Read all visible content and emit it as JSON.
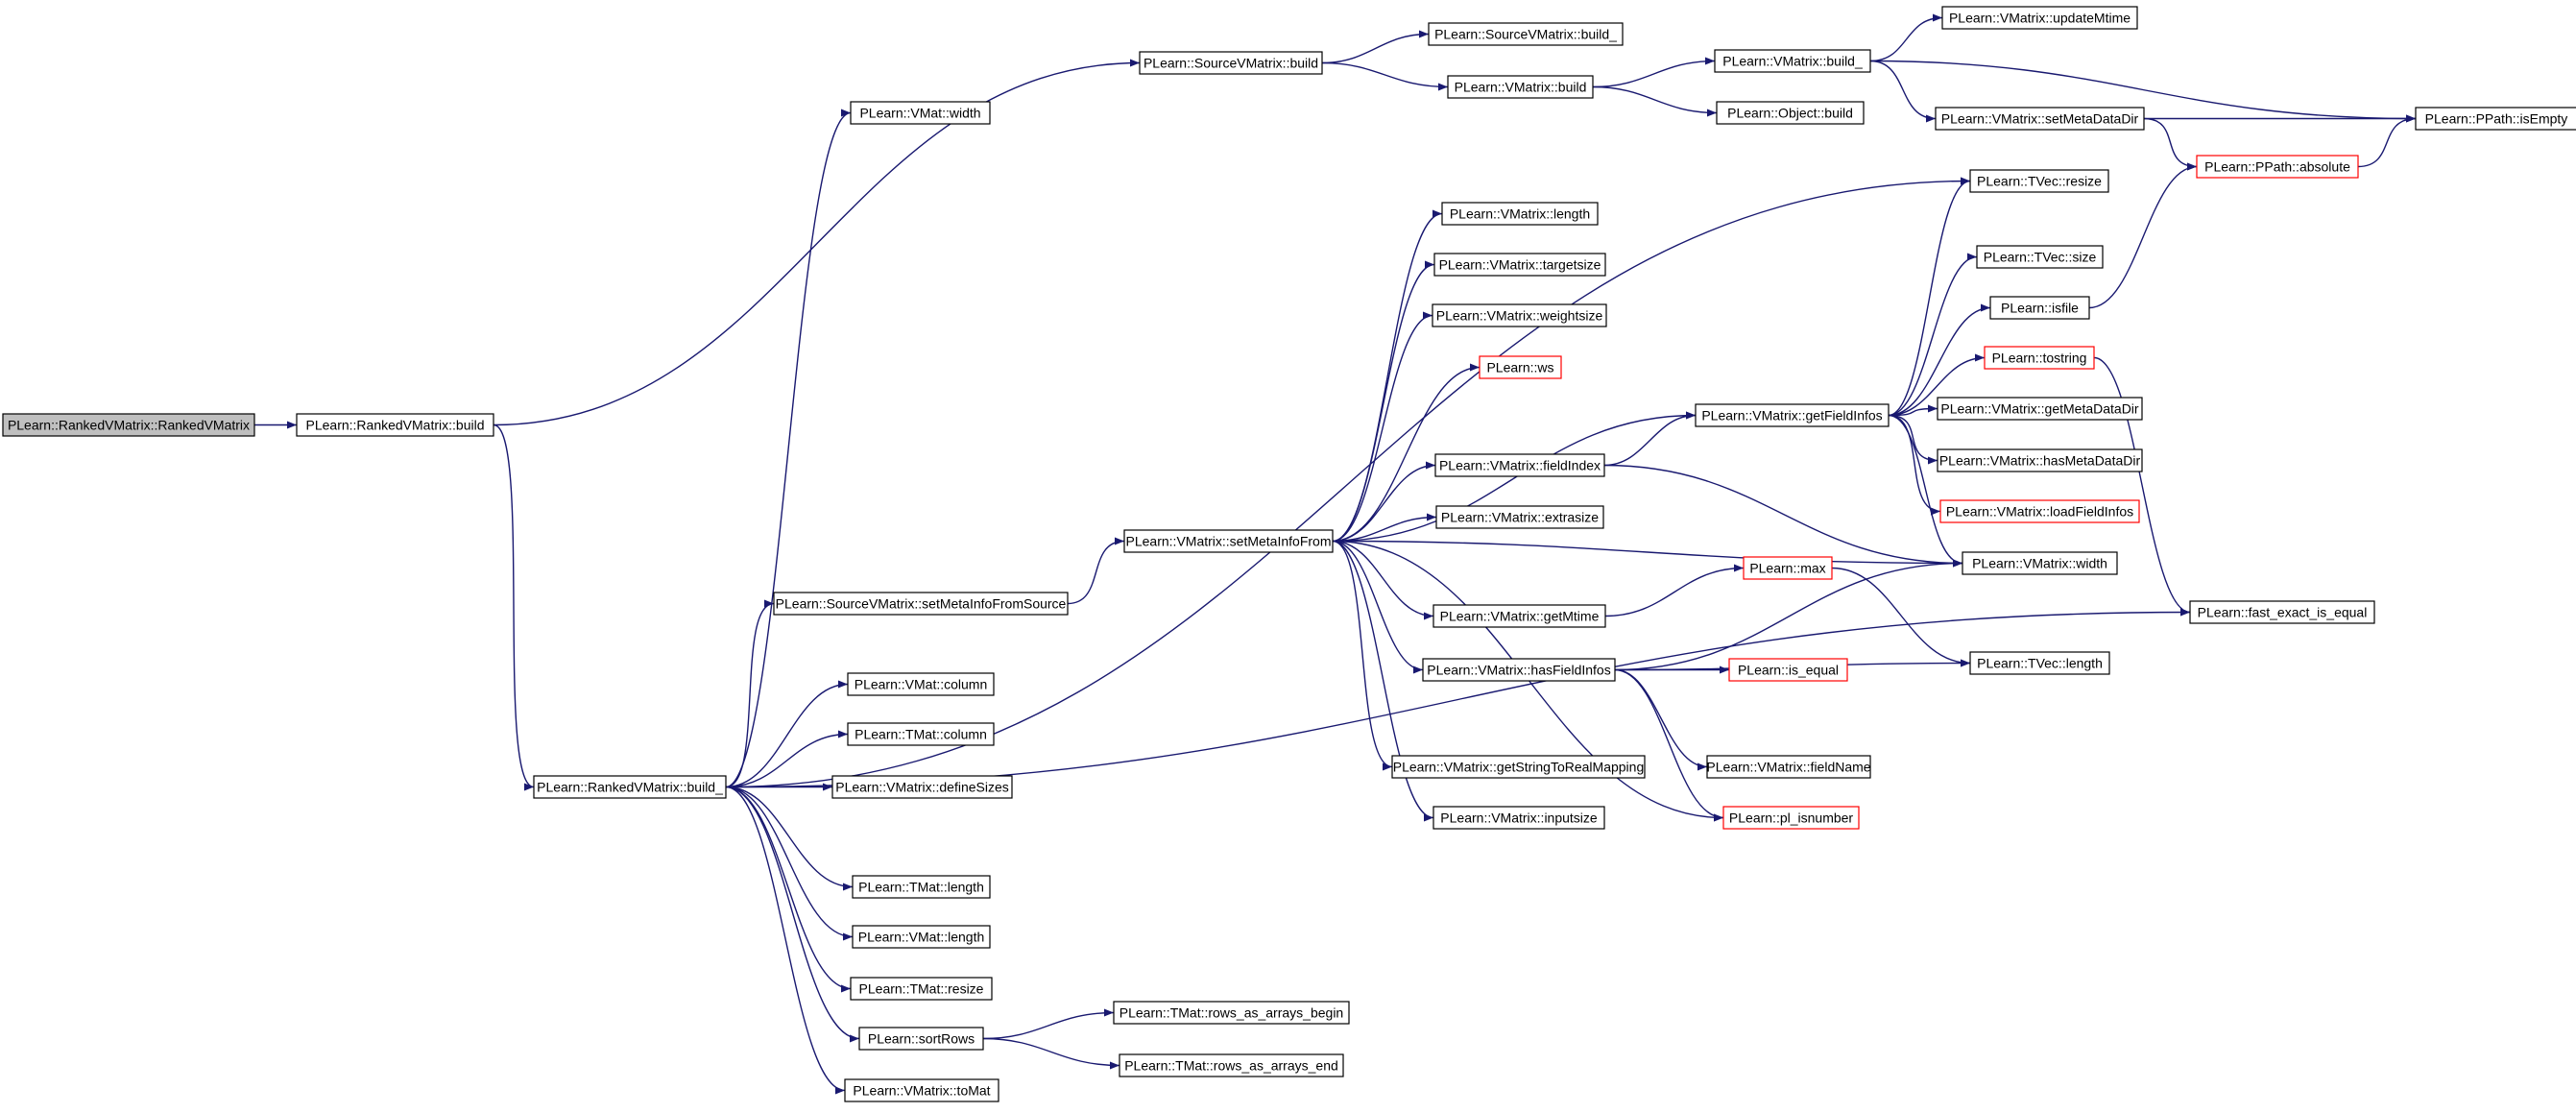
{
  "graph": {
    "nodes": [
      {
        "id": "ranked_ctor",
        "label": "PLearn::RankedVMatrix::RankedVMatrix",
        "style": "root"
      },
      {
        "id": "ranked_build",
        "label": "PLearn::RankedVMatrix::build",
        "style": "normal"
      },
      {
        "id": "ranked_build_",
        "label": "PLearn::RankedVMatrix::build_",
        "style": "normal"
      },
      {
        "id": "svm_build",
        "label": "PLearn::SourceVMatrix::build",
        "style": "normal"
      },
      {
        "id": "svm_build_",
        "label": "PLearn::SourceVMatrix::build_",
        "style": "normal"
      },
      {
        "id": "vm_build",
        "label": "PLearn::VMatrix::build",
        "style": "normal"
      },
      {
        "id": "vm_build_",
        "label": "PLearn::VMatrix::build_",
        "style": "normal"
      },
      {
        "id": "vm_updateMtime",
        "label": "PLearn::VMatrix::updateMtime",
        "style": "normal"
      },
      {
        "id": "obj_build",
        "label": "PLearn::Object::build",
        "style": "normal"
      },
      {
        "id": "vm_setMetaDataDir",
        "label": "PLearn::VMatrix::setMetaDataDir",
        "style": "normal"
      },
      {
        "id": "ppath_isEmpty",
        "label": "PLearn::PPath::isEmpty",
        "style": "normal"
      },
      {
        "id": "ppath_absolute",
        "label": "PLearn::PPath::absolute",
        "style": "truncated"
      },
      {
        "id": "vmat_width",
        "label": "PLearn::VMat::width",
        "style": "normal"
      },
      {
        "id": "tvec_resize",
        "label": "PLearn::TVec::resize",
        "style": "normal"
      },
      {
        "id": "vm_length",
        "label": "PLearn::VMatrix::length",
        "style": "normal"
      },
      {
        "id": "vm_targetsize",
        "label": "PLearn::VMatrix::targetsize",
        "style": "normal"
      },
      {
        "id": "vm_weightsize",
        "label": "PLearn::VMatrix::weightsize",
        "style": "normal"
      },
      {
        "id": "ws",
        "label": "PLearn::ws",
        "style": "truncated"
      },
      {
        "id": "tvec_size",
        "label": "PLearn::TVec::size",
        "style": "normal"
      },
      {
        "id": "isfile",
        "label": "PLearn::isfile",
        "style": "normal"
      },
      {
        "id": "tostring",
        "label": "PLearn::tostring",
        "style": "truncated"
      },
      {
        "id": "vm_getFieldInfos",
        "label": "PLearn::VMatrix::getFieldInfos",
        "style": "normal"
      },
      {
        "id": "vm_getMetaDataDir",
        "label": "PLearn::VMatrix::getMetaDataDir",
        "style": "normal"
      },
      {
        "id": "vm_fieldIndex",
        "label": "PLearn::VMatrix::fieldIndex",
        "style": "normal"
      },
      {
        "id": "vm_hasMetaDataDir",
        "label": "PLearn::VMatrix::hasMetaDataDir",
        "style": "normal"
      },
      {
        "id": "vm_loadFieldInfos",
        "label": "PLearn::VMatrix::loadFieldInfos",
        "style": "truncated"
      },
      {
        "id": "vm_extrasize",
        "label": "PLearn::VMatrix::extrasize",
        "style": "normal"
      },
      {
        "id": "vm_setMetaInfoFrom",
        "label": "PLearn::VMatrix::setMetaInfoFrom",
        "style": "normal"
      },
      {
        "id": "vm_width",
        "label": "PLearn::VMatrix::width",
        "style": "normal"
      },
      {
        "id": "max",
        "label": "PLearn::max",
        "style": "truncated"
      },
      {
        "id": "svm_setMetaInfoFromSource",
        "label": "PLearn::SourceVMatrix::setMetaInfoFromSource",
        "style": "normal"
      },
      {
        "id": "vm_getMtime",
        "label": "PLearn::VMatrix::getMtime",
        "style": "normal"
      },
      {
        "id": "fast_exact_is_equal",
        "label": "PLearn::fast_exact_is_equal",
        "style": "normal"
      },
      {
        "id": "tvec_length",
        "label": "PLearn::TVec::length",
        "style": "normal"
      },
      {
        "id": "vm_hasFieldInfos",
        "label": "PLearn::VMatrix::hasFieldInfos",
        "style": "normal"
      },
      {
        "id": "is_equal",
        "label": "PLearn::is_equal",
        "style": "truncated"
      },
      {
        "id": "vmat_column",
        "label": "PLearn::VMat::column",
        "style": "normal"
      },
      {
        "id": "tmat_column",
        "label": "PLearn::TMat::column",
        "style": "normal"
      },
      {
        "id": "vm_fieldName",
        "label": "PLearn::VMatrix::fieldName",
        "style": "normal"
      },
      {
        "id": "vm_getStringToRealMapping",
        "label": "PLearn::VMatrix::getStringToRealMapping",
        "style": "normal"
      },
      {
        "id": "vm_defineSizes",
        "label": "PLearn::VMatrix::defineSizes",
        "style": "normal"
      },
      {
        "id": "pl_isnumber",
        "label": "PLearn::pl_isnumber",
        "style": "truncated"
      },
      {
        "id": "vm_inputsize",
        "label": "PLearn::VMatrix::inputsize",
        "style": "normal"
      },
      {
        "id": "tmat_length",
        "label": "PLearn::TMat::length",
        "style": "normal"
      },
      {
        "id": "vmat_length",
        "label": "PLearn::VMat::length",
        "style": "normal"
      },
      {
        "id": "tmat_resize",
        "label": "PLearn::TMat::resize",
        "style": "normal"
      },
      {
        "id": "sortRows",
        "label": "PLearn::sortRows",
        "style": "normal"
      },
      {
        "id": "rows_begin",
        "label": "PLearn::TMat::rows_as_arrays_begin",
        "style": "normal"
      },
      {
        "id": "rows_end",
        "label": "PLearn::TMat::rows_as_arrays_end",
        "style": "normal"
      },
      {
        "id": "vm_toMat",
        "label": "PLearn::VMatrix::toMat",
        "style": "normal"
      }
    ],
    "edges": [
      [
        "ranked_ctor",
        "ranked_build"
      ],
      [
        "ranked_build",
        "svm_build"
      ],
      [
        "ranked_build",
        "ranked_build_"
      ],
      [
        "svm_build",
        "svm_build_"
      ],
      [
        "svm_build",
        "vm_build"
      ],
      [
        "vm_build",
        "vm_build_"
      ],
      [
        "vm_build",
        "obj_build"
      ],
      [
        "vm_build_",
        "vm_updateMtime"
      ],
      [
        "vm_build_",
        "ppath_isEmpty"
      ],
      [
        "vm_build_",
        "vm_setMetaDataDir"
      ],
      [
        "vm_setMetaDataDir",
        "ppath_isEmpty"
      ],
      [
        "vm_setMetaDataDir",
        "ppath_absolute"
      ],
      [
        "ppath_absolute",
        "ppath_isEmpty"
      ],
      [
        "ranked_build_",
        "vmat_width"
      ],
      [
        "ranked_build_",
        "tvec_resize"
      ],
      [
        "ranked_build_",
        "svm_setMetaInfoFromSource"
      ],
      [
        "ranked_build_",
        "vmat_column"
      ],
      [
        "ranked_build_",
        "tmat_column"
      ],
      [
        "ranked_build_",
        "vm_defineSizes"
      ],
      [
        "ranked_build_",
        "fast_exact_is_equal"
      ],
      [
        "ranked_build_",
        "tmat_length"
      ],
      [
        "ranked_build_",
        "vmat_length"
      ],
      [
        "ranked_build_",
        "tmat_resize"
      ],
      [
        "ranked_build_",
        "sortRows"
      ],
      [
        "ranked_build_",
        "vm_toMat"
      ],
      [
        "svm_setMetaInfoFromSource",
        "vm_setMetaInfoFrom"
      ],
      [
        "vm_setMetaInfoFrom",
        "vm_length"
      ],
      [
        "vm_setMetaInfoFrom",
        "vm_targetsize"
      ],
      [
        "vm_setMetaInfoFrom",
        "vm_weightsize"
      ],
      [
        "vm_setMetaInfoFrom",
        "ws"
      ],
      [
        "vm_setMetaInfoFrom",
        "vm_getFieldInfos"
      ],
      [
        "vm_setMetaInfoFrom",
        "vm_fieldIndex"
      ],
      [
        "vm_setMetaInfoFrom",
        "vm_extrasize"
      ],
      [
        "vm_setMetaInfoFrom",
        "vm_width"
      ],
      [
        "vm_setMetaInfoFrom",
        "vm_getMtime"
      ],
      [
        "vm_setMetaInfoFrom",
        "vm_hasFieldInfos"
      ],
      [
        "vm_setMetaInfoFrom",
        "vm_getStringToRealMapping"
      ],
      [
        "vm_setMetaInfoFrom",
        "vm_inputsize"
      ],
      [
        "vm_setMetaInfoFrom",
        "pl_isnumber"
      ],
      [
        "vm_getFieldInfos",
        "tvec_resize"
      ],
      [
        "vm_getFieldInfos",
        "tvec_size"
      ],
      [
        "vm_getFieldInfos",
        "isfile"
      ],
      [
        "vm_getFieldInfos",
        "tostring"
      ],
      [
        "vm_getFieldInfos",
        "vm_getMetaDataDir"
      ],
      [
        "vm_getFieldInfos",
        "vm_hasMetaDataDir"
      ],
      [
        "vm_getFieldInfos",
        "vm_loadFieldInfos"
      ],
      [
        "vm_getFieldInfos",
        "vm_width"
      ],
      [
        "isfile",
        "ppath_absolute"
      ],
      [
        "tostring",
        "fast_exact_is_equal"
      ],
      [
        "vm_fieldIndex",
        "vm_getFieldInfos"
      ],
      [
        "vm_fieldIndex",
        "vm_width"
      ],
      [
        "vm_getMtime",
        "max"
      ],
      [
        "max",
        "tvec_length"
      ],
      [
        "vm_hasFieldInfos",
        "vm_width"
      ],
      [
        "vm_hasFieldInfos",
        "is_equal"
      ],
      [
        "vm_hasFieldInfos",
        "tvec_length"
      ],
      [
        "vm_hasFieldInfos",
        "vm_fieldName"
      ],
      [
        "vm_hasFieldInfos",
        "pl_isnumber"
      ],
      [
        "sortRows",
        "rows_begin"
      ],
      [
        "sortRows",
        "rows_end"
      ]
    ]
  },
  "colors": {
    "edge": "#191970",
    "root_fill": "#bfbfbf",
    "node_fill": "#ffffff",
    "node_border": "#000000",
    "truncated_border": "#ff0000"
  }
}
